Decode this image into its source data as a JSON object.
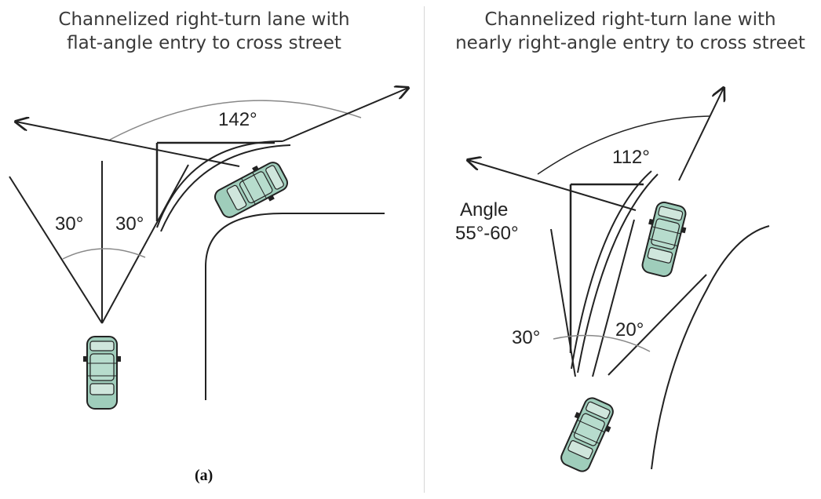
{
  "left_panel": {
    "title_line1": "Channelized right-turn lane with",
    "title_line2": "flat-angle entry to cross street",
    "angle_main": "142°",
    "angle_left": "30°",
    "angle_right": "30°",
    "caption": "(a)"
  },
  "right_panel": {
    "title_line1": "Channelized right-turn lane with",
    "title_line2": "nearly right-angle entry to cross street",
    "angle_main": "112°",
    "angle_label_line1": "Angle",
    "angle_label_line2": "55°-60°",
    "angle_left": "30°",
    "angle_right": "20°"
  },
  "colors": {
    "car_body": "#9fcdbb",
    "car_glass": "#cfe6dc",
    "outline": "#222222",
    "arc": "#888888"
  }
}
